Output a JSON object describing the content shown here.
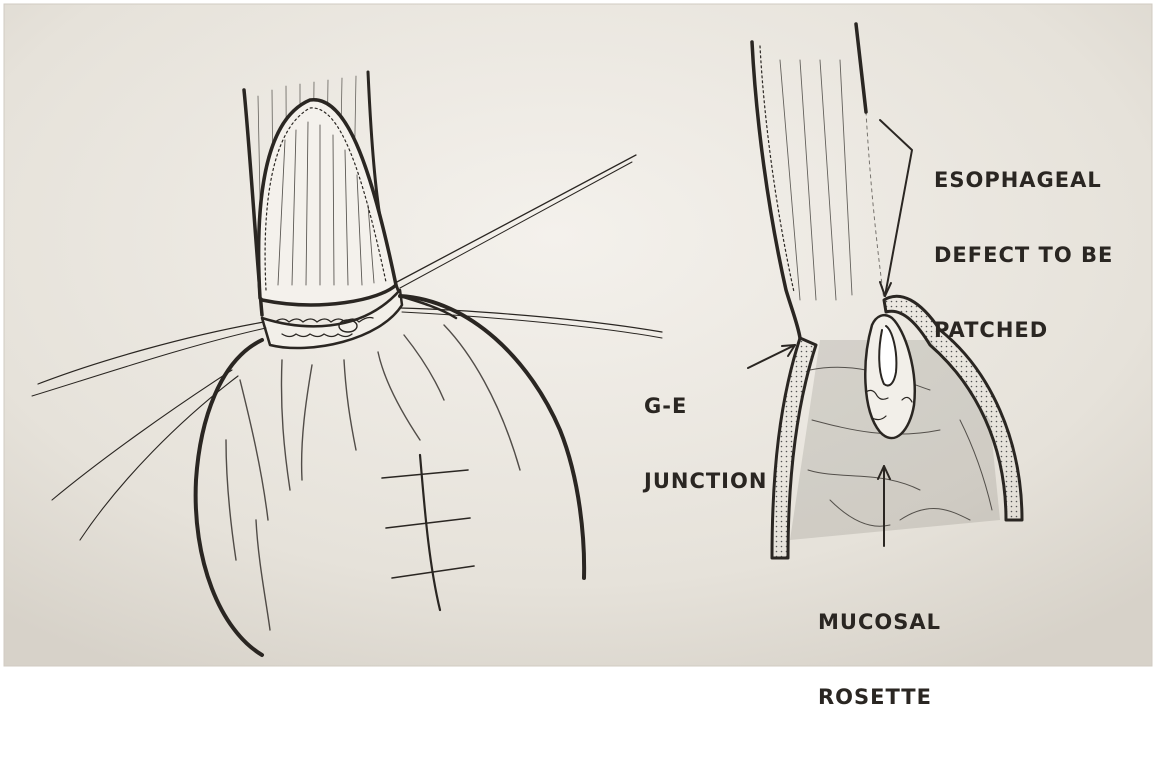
{
  "figure": {
    "labels": {
      "esophageal_defect": [
        "ESOPHAGEAL",
        "DEFECT TO BE",
        "PATCHED"
      ],
      "ge_junction": [
        "G-E",
        "JUNCTION"
      ],
      "mucosal_rosette": [
        "MUCOSAL",
        "ROSETTE"
      ]
    }
  },
  "colors": {
    "paper": "#ece8e1",
    "ink": "#2a2622"
  }
}
